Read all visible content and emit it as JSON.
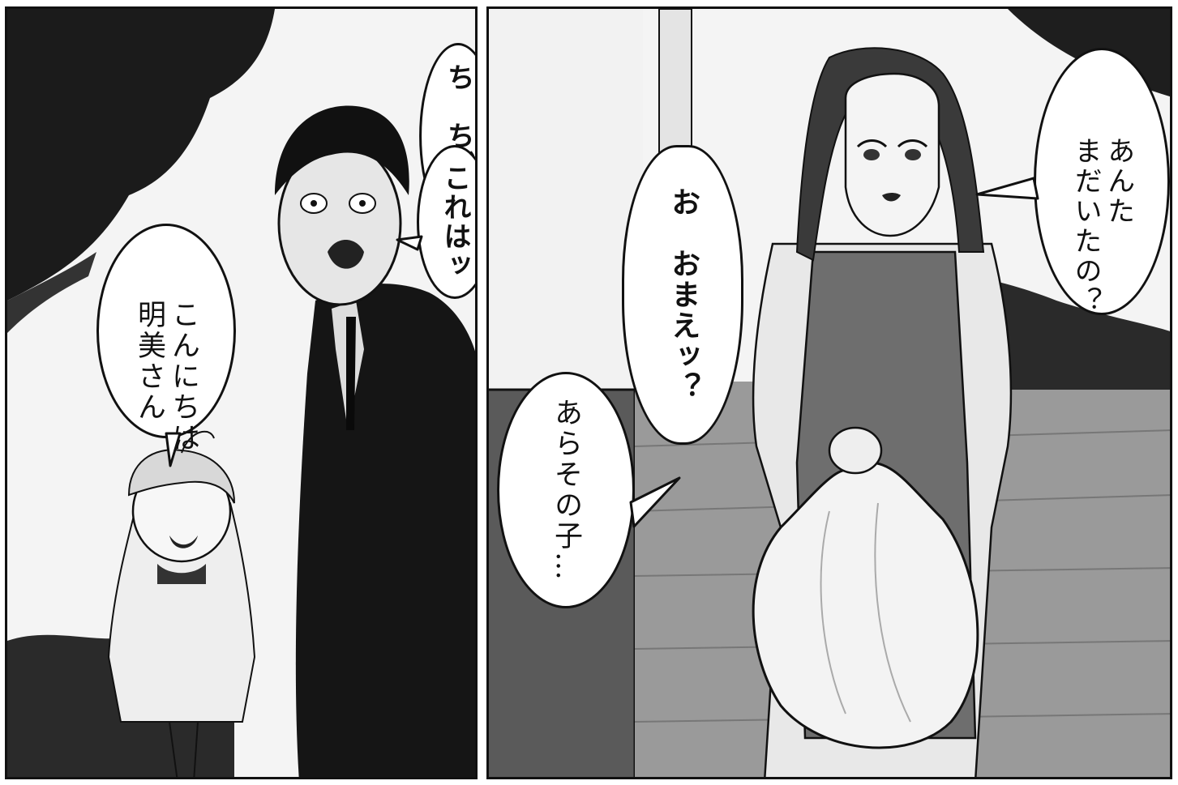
{
  "panels": [
    {
      "bubbles": [
        {
          "lines": [
            "ち　ちがッ"
          ]
        },
        {
          "lines": [
            "これはッ"
          ]
        },
        {
          "lines": [
            "こんにちは",
            "明美さん"
          ]
        }
      ]
    },
    {
      "bubbles": [
        {
          "lines": [
            "あんた",
            "まだいたの？"
          ]
        },
        {
          "lines": [
            "お　おまえッ？"
          ]
        },
        {
          "lines": [
            "あらその子…"
          ]
        }
      ]
    }
  ],
  "colors": {
    "ink": "#111111",
    "paper": "#ffffff",
    "tone": "#8a8a8a",
    "apron": "#6e6e6e"
  }
}
